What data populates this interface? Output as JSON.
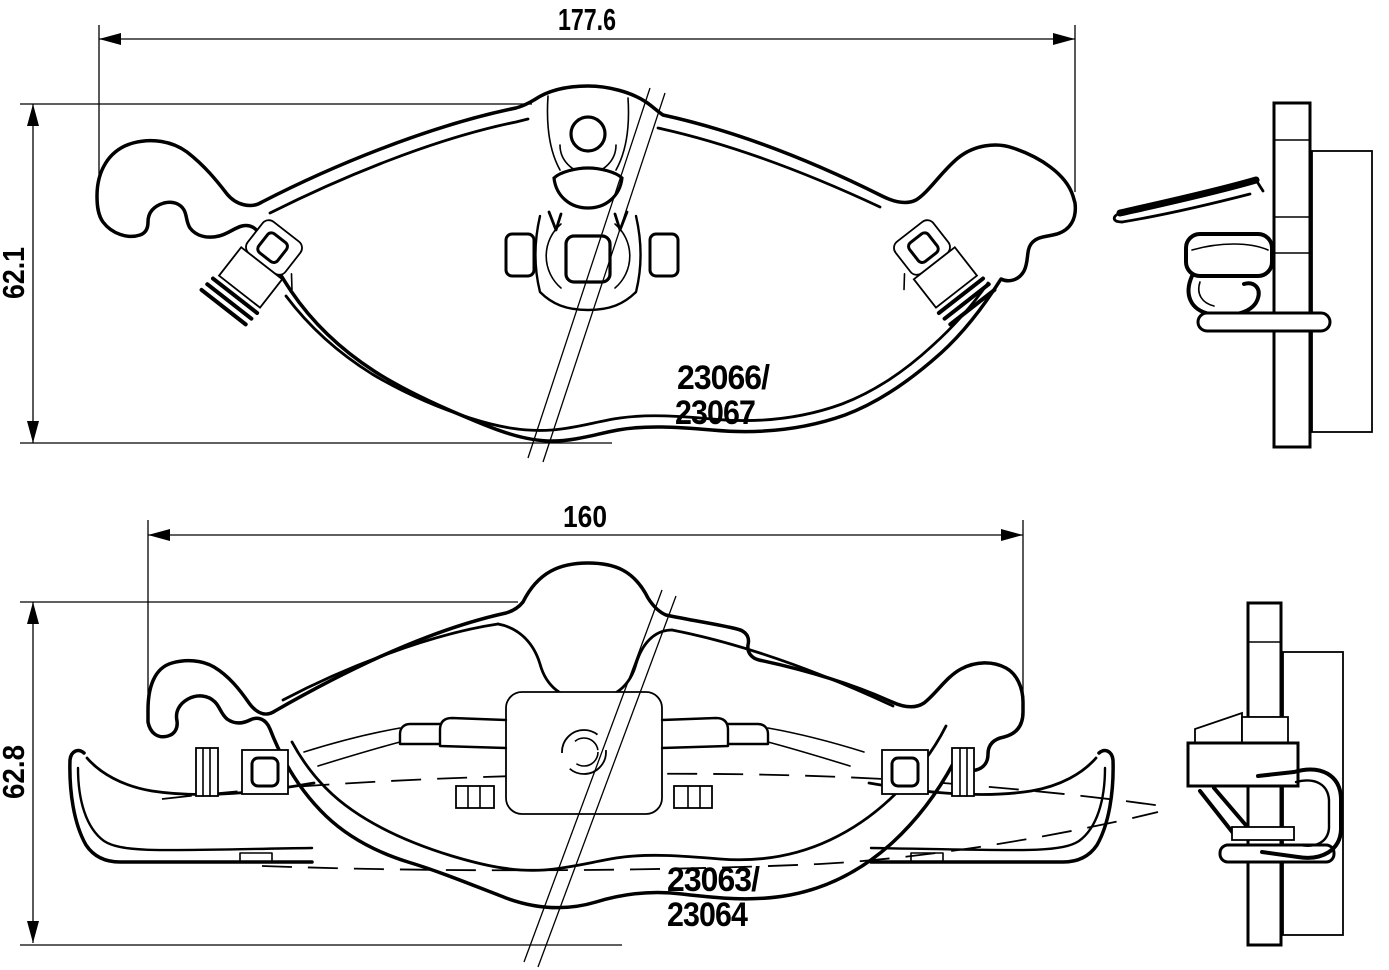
{
  "drawing": {
    "type": "brake-pad-set-technical-drawing",
    "colors": {
      "line": "#000000",
      "background": "#ffffff"
    },
    "top_view": {
      "width_dim": "177.6",
      "height_dim": "62.1",
      "part_number_line1": "23066/",
      "part_number_line2": "23067"
    },
    "bottom_view": {
      "width_dim": "160",
      "height_dim": "62.8",
      "part_number_line1": "23063/",
      "part_number_line2": "23064"
    }
  }
}
